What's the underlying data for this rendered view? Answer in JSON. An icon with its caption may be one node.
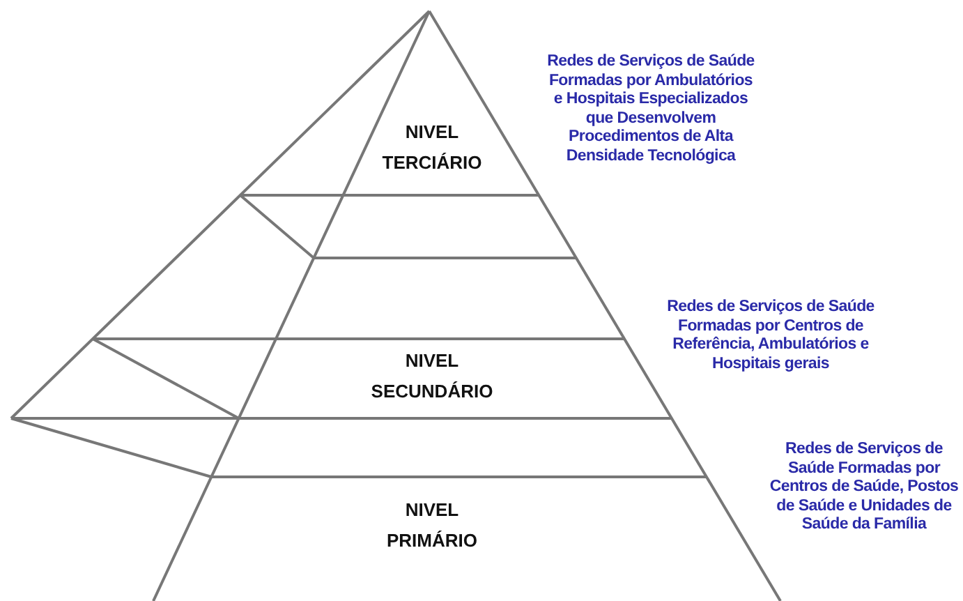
{
  "diagram": {
    "nodes": [
      {
        "text": [
          "NIVEL TERCIÁRIO"
        ]
      },
      {
        "text": [
          "NIVEL SECUNDÁRIO"
        ]
      },
      {
        "text": [
          "NIVEL PRIMÁRIO"
        ]
      }
    ],
    "labels": [
      "Redes de Serviços de Saúde Formadas por Ambulatórios e Hospitais Especializados que Desenvolvem Procedimentos de Alta Densidade Tecnológica",
      "Redes de Serviços de Saúde Formadas por Centros de Referência, Ambulatórios e Hospitais gerais",
      "Redes de Serviços de Saúde Formadas por Centros de Saúde, Postos de Saúde e Unidades de Saúde da Família"
    ]
  }
}
